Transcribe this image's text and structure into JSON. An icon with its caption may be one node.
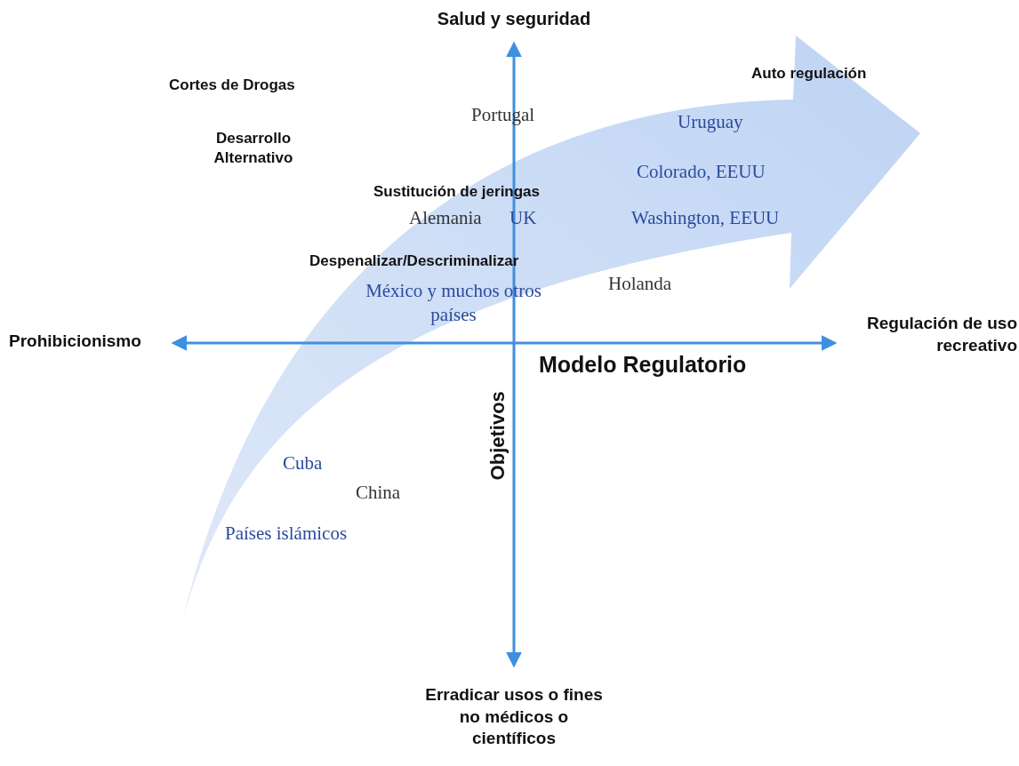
{
  "diagram": {
    "labels": [
      "Salud y seguridad",
      "Auto regulación",
      "Cortes de Drogas",
      "Portugal",
      "Uruguay",
      "Desarrollo Alternativo",
      "Colorado, EEUU",
      "Sustitución de jeringas",
      "Alemania",
      "UK",
      "Washington, EEUU",
      "Despenalizar/Descriminalizar",
      "Holanda",
      "México y muchos otros países",
      "Prohibicionismo",
      "Regulación de uso recreativo",
      "Modelo Regulatorio",
      "Objetivos",
      "Cuba",
      "China",
      "Países islámicos",
      "Erradicar usos o fines no médicos o científicos"
    ]
  }
}
